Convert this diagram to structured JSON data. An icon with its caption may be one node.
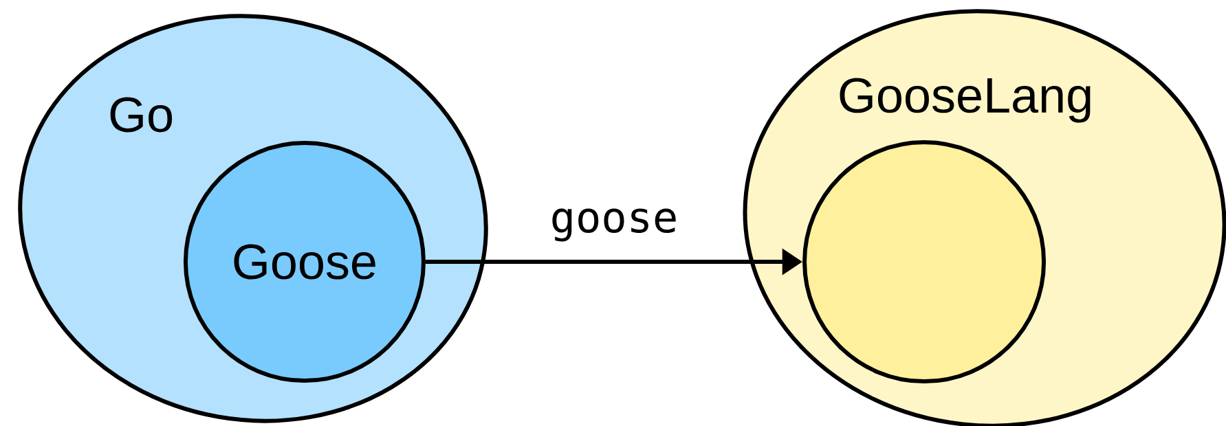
{
  "diagram": {
    "nodes": [
      {
        "text": [
          "Go"
        ]
      },
      {
        "text": [
          "Goose"
        ],
        "in": 0
      },
      {
        "text": [
          "GooseLang"
        ]
      },
      {
        "text": [],
        "shape": "circle",
        "in": 2
      }
    ],
    "edges": [
      {
        "from": 1,
        "to": 3,
        "arrow": "to",
        "label": "goose"
      }
    ]
  }
}
